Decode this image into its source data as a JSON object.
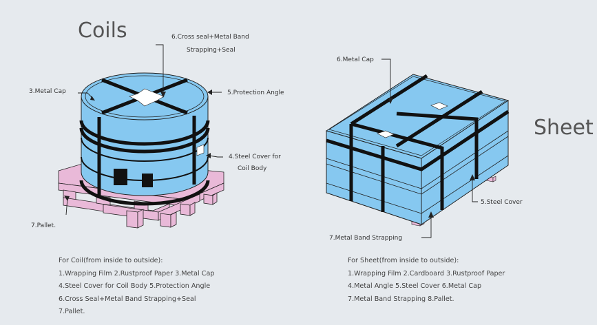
{
  "coil": {
    "title": "Coils",
    "labels": {
      "cross_seal_line1": "6.Cross seal+Metal Band",
      "cross_seal_line2": "Strapping+Seal",
      "metal_cap": "3.Metal Cap",
      "protection_angle": "5.Protection Angle",
      "steel_cover_line1": "4.Steel Cover for",
      "steel_cover_line2": "Coil Body",
      "pallet": "7.Pallet."
    },
    "description": [
      "For Coil(from inside to outside):",
      "1.Wrapping Film   2.Rustproof Paper   3.Metal Cap",
      "4.Steel Cover for Coil Body  5.Protection Angle",
      "6.Cross Seal+Metal Band Strapping+Seal",
      "7.Pallet."
    ]
  },
  "sheet": {
    "title": "Sheet",
    "labels": {
      "metal_cap": "6.Metal Cap",
      "steel_cover": "5.Steel Cover",
      "band_strapping": "7.Metal Band Strapping"
    },
    "description": [
      "For Sheet(from inside to outside):",
      "1.Wrapping Film  2.Cardboard  3.Rustproof Paper",
      "4.Metal Angle  5.Steel Cover  6.Metal Cap",
      "7.Metal Band Strapping   8.Pallet."
    ]
  },
  "colors": {
    "background": "#e6eaee",
    "steel_blue": "#86c8f0",
    "pallet_pink": "#e9b9d8",
    "strap": "#111111"
  }
}
